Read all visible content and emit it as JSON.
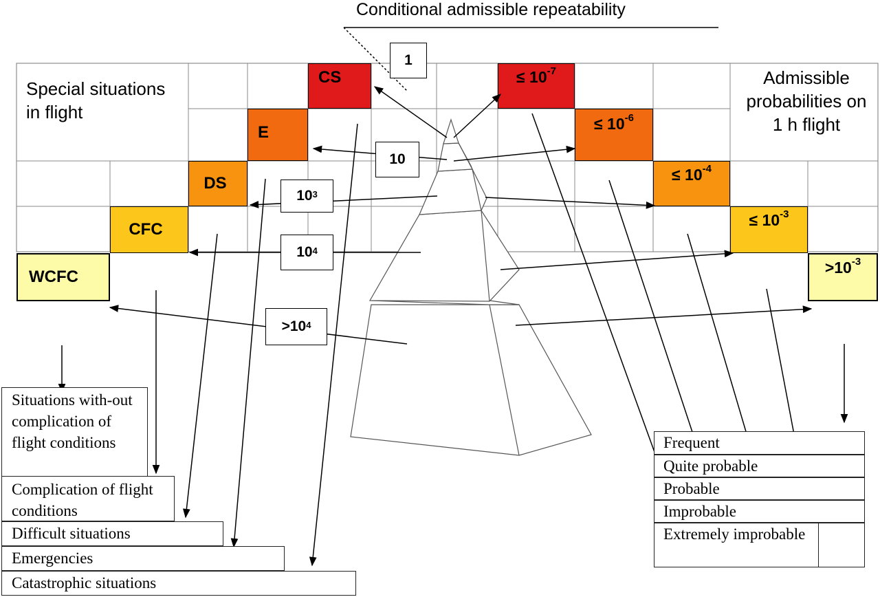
{
  "title": "Conditional admissible repeatability",
  "left_header": "Special situations in flight",
  "right_header": "Admissible probabilities on 1 h flight",
  "severity": {
    "cs": "CS",
    "e": "E",
    "ds": "DS",
    "cfc": "CFC",
    "wcfc": "WCFC"
  },
  "probabilities": {
    "p7": {
      "base": "≤ 10",
      "exp": "-7"
    },
    "p6": {
      "base": "≤ 10",
      "exp": "-6"
    },
    "p4": {
      "base": "≤ 10",
      "exp": "-4"
    },
    "p3": {
      "base": "≤ 10",
      "exp": "-3"
    },
    "pg3": {
      "base": ">10",
      "exp": "-3"
    }
  },
  "repeatability": {
    "r1": {
      "base": "1",
      "exp": ""
    },
    "r10": {
      "base": "10",
      "exp": ""
    },
    "r1e3": {
      "base": "10",
      "exp": "3"
    },
    "r1e4": {
      "base": "10",
      "exp": "4"
    },
    "rg1e4": {
      "base": ">10",
      "exp": "4"
    }
  },
  "situation_stack": [
    "Situations with-out complication of flight conditions",
    "Complication of flight conditions",
    "Difficult situations",
    "Emergencies",
    "Catastrophic situations"
  ],
  "probability_list": [
    "Frequent",
    "Quite probable",
    "Probable",
    "Improbable",
    "Extremely improbable"
  ],
  "colors": {
    "cs": "#e01a1a",
    "e": "#f26a10",
    "ds": "#f7930f",
    "cfc": "#fcc61a",
    "wcfc": "#fefba8"
  }
}
